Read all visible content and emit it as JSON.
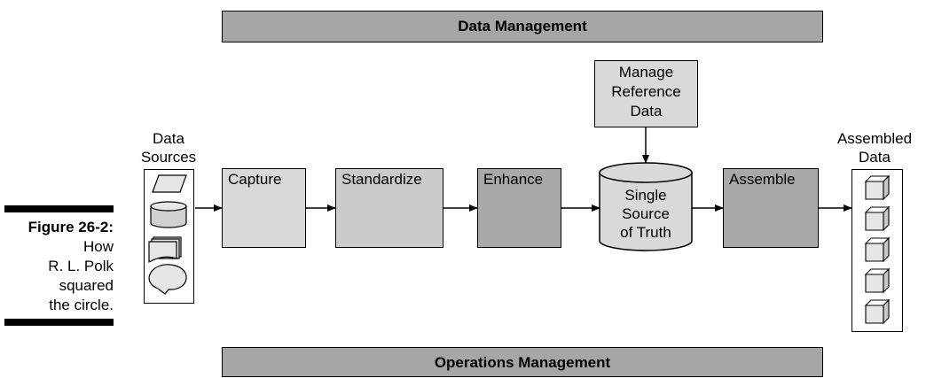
{
  "top_bar": {
    "title": "Data Management"
  },
  "bottom_bar": {
    "title": "Operations Management"
  },
  "figure": {
    "number": "Figure 26-2:",
    "caption_lines": [
      "How",
      "R. L. Polk",
      "squared",
      "the circle."
    ]
  },
  "inputs": {
    "label_lines": [
      "Data",
      "Sources"
    ]
  },
  "outputs": {
    "label_lines": [
      "Assembled",
      "Data"
    ]
  },
  "steps": {
    "capture": "Capture",
    "standardize": "Standardize",
    "enhance": "Enhance",
    "assemble": "Assemble"
  },
  "reference": {
    "lines": [
      "Manage",
      "Reference",
      "Data"
    ]
  },
  "store": {
    "lines": [
      "Single",
      "Source",
      "of Truth"
    ]
  }
}
